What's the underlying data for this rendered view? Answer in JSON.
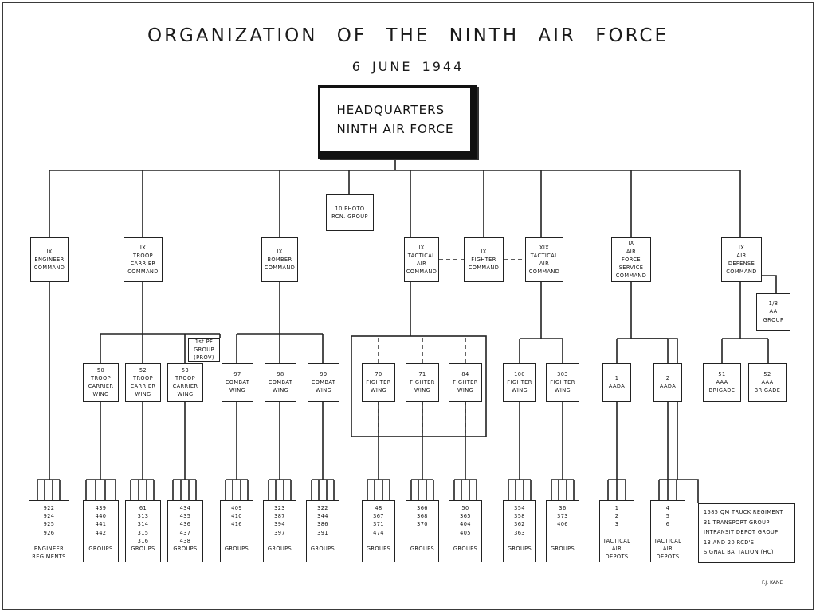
{
  "title": "ORGANIZATION   OF THE NINTH AIR FORCE",
  "date": "6 JUNE 1944",
  "headquarters": "HEADQUARTERS\nNINTH AIR FORCE",
  "photo_group": "10 PHOTO\nRCN. GROUP",
  "commands": {
    "engineer": "IX\nENGINEER\nCOMMAND",
    "troop_carrier": "IX\nTROOP\nCARRIER\nCOMMAND",
    "bomber": "IX\nBOMBER\nCOMMAND",
    "tactical_air": "IX\nTACTICAL\nAIR\nCOMMAND",
    "fighter": "IX\nFIGHTER\nCOMMAND",
    "xix_tactical_air": "XIX\nTACTICAL\nAIR\nCOMMAND",
    "service": "IX\nAIR\nFORCE\nSERVICE\nCOMMAND",
    "air_defense": "IX\nAIR\nDEFENSE\nCOMMAND"
  },
  "pf_group": "1st PF\nGROUP\n(PROV)",
  "aa_group": "1/8\nAA\nGROUP",
  "wings": {
    "tc50": "50\nTROOP\nCARRIER\nWING",
    "tc52": "52\nTROOP\nCARRIER\nWING",
    "tc53": "53\nTROOP\nCARRIER\nWING",
    "cw97": "97\nCOMBAT\nWING",
    "cw98": "98\nCOMBAT\nWING",
    "cw99": "99\nCOMBAT\nWING",
    "fw70": "70\nFIGHTER\nWING",
    "fw71": "71\nFIGHTER\nWING",
    "fw84": "84\nFIGHTER\nWING",
    "fw100": "100\nFIGHTER\nWING",
    "fw303": "303\nFIGHTER\nWING",
    "aada1": "1\nAADA",
    "aada2": "2\nAADA",
    "brig51": "51\nAAA\nBRIGADE",
    "brig52": "52\nAAA\nBRIGADE"
  },
  "units": {
    "engineer_regiments": "922\n924\n925\n926\n\nENGINEER\nREGIMENTS",
    "g_tc50": "439\n440\n441\n442\n\nGROUPS",
    "g_tc52": "61\n313\n314\n315\n316\nGROUPS",
    "g_tc53": "434\n435\n436\n437\n438\nGROUPS",
    "g_cw97": "409\n410\n416\n\n\nGROUPS",
    "g_cw98": "323\n387\n394\n397\n\nGROUPS",
    "g_cw99": "322\n344\n386\n391\n\nGROUPS",
    "g_fw70": "48\n367\n371\n474\n\nGROUPS",
    "g_fw71": "366\n368\n370\n\n\nGROUPS",
    "g_fw84": "50\n365\n404\n405\n\nGROUPS",
    "g_fw100": "354\n358\n362\n363\n\nGROUPS",
    "g_fw303": "36\n373\n406\n\n\nGROUPS",
    "depots_1": "1\n2\n3\n\nTACTICAL\nAIR\nDEPOTS",
    "depots_2": "4\n5\n6\n\nTACTICAL\nAIR\nDEPOTS",
    "service_units": "1585 QM TRUCK REGIMENT\n31 TRANSPORT GROUP\nINTRANSIT DEPOT GROUP\n13 AND 20 RCD'S\nSIGNAL BATTALION (HC)"
  },
  "signature": "F.J. KANE"
}
